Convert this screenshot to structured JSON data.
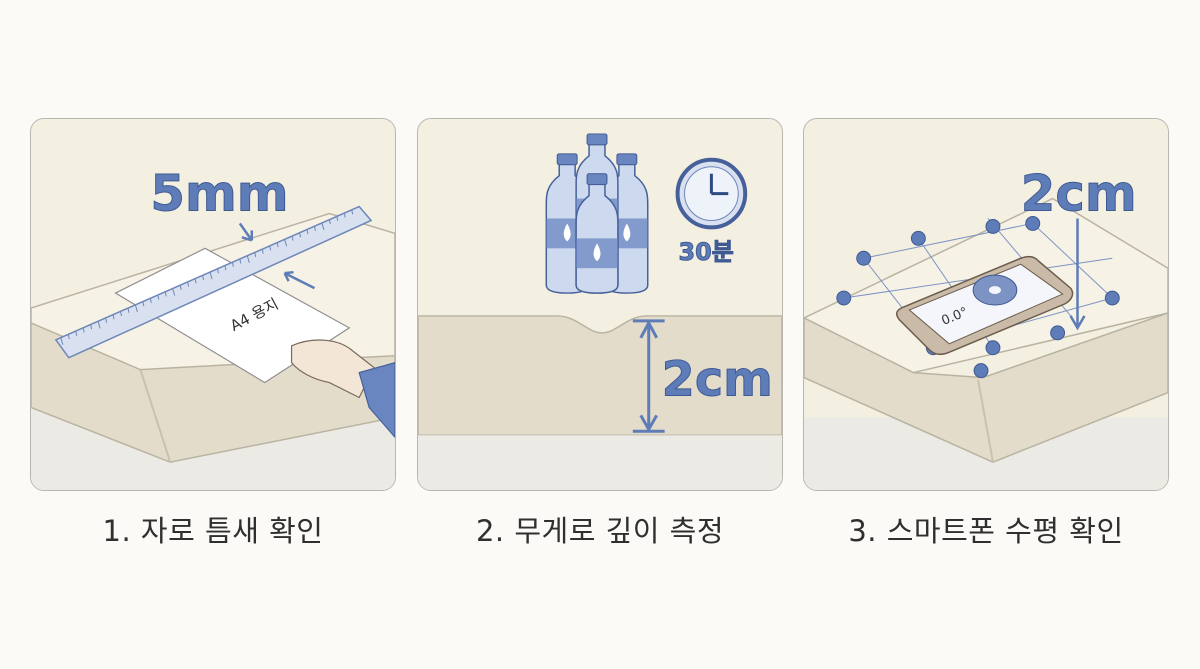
{
  "panels": [
    {
      "label": "5mm",
      "paper_label": "A4 용지",
      "caption": "1. 자로 틈새 확인"
    },
    {
      "label": "2cm",
      "time_label": "30분",
      "caption": "2. 무게로 깊이 측정"
    },
    {
      "label": "2cm",
      "phone_readout": "0.0°",
      "caption": "3. 스마트폰 수평 확인"
    }
  ],
  "colors": {
    "accent": "#5e7cb7",
    "panel_bg": "#f2eedf",
    "mattress_side": "#e3dccb",
    "caption_text": "#2f2f2f"
  }
}
